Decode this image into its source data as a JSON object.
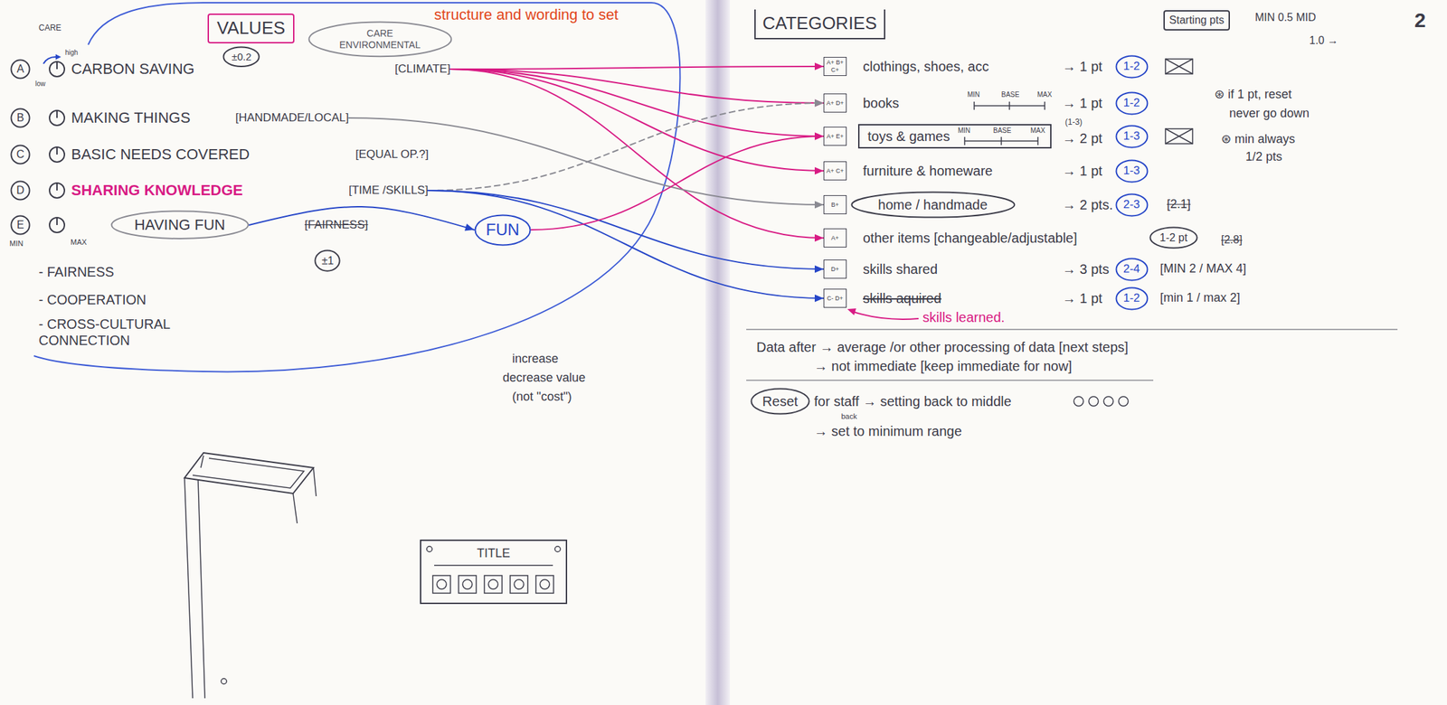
{
  "diagram": {
    "nodes": [
      {
        "text": [
          "VALUES"
        ]
      },
      {
        "text": [
          "CARE ENVIRONMENTAL"
        ]
      },
      {
        "text": [
          "A"
        ]
      },
      {
        "text": [
          "±0.2"
        ]
      },
      {
        "text": [
          "CARBON SAVING",
          "[CLIMATE]"
        ]
      },
      {
        "text": [
          "B"
        ]
      },
      {
        "text": [
          "MAKING THINGS",
          "[HANDMADE/LOCAL]"
        ]
      },
      {
        "text": [
          "C"
        ]
      },
      {
        "text": [
          "BASIC NEEDS COVERED",
          "[EQUAL OP.?]"
        ]
      },
      {
        "text": [
          "D"
        ]
      },
      {
        "text": [
          "SHARING KNOWLEDGE",
          "[TIME /SKILLS]"
        ]
      },
      {
        "text": [
          "E"
        ]
      },
      {
        "text": [
          "HAVING FUN"
        ]
      },
      {
        "text": [
          "±1"
        ]
      },
      {
        "text": [
          "FUN"
        ]
      },
      {
        "text": [
          "TITLE"
        ]
      },
      {
        "text": [
          "CATEGORIES"
        ]
      },
      {
        "text": [
          "Starting pts"
        ]
      },
      {
        "text": [
          "A+ B+ C+"
        ]
      },
      {
        "text": [
          "clothings, shoes, acc"
        ]
      },
      {
        "text": [
          "1-2"
        ]
      },
      {
        "text": [
          "A+ D+"
        ]
      },
      {
        "text": [
          "books"
        ]
      },
      {
        "text": [
          "1-2"
        ]
      },
      {
        "text": [
          "A+ E+"
        ]
      },
      {
        "text": [
          "toys & games"
        ]
      },
      {
        "text": [
          "1-3"
        ]
      },
      {
        "text": [
          "A+ C+"
        ]
      },
      {
        "text": [
          "furniture & homeware"
        ]
      },
      {
        "text": [
          "1-3"
        ]
      },
      {
        "text": [
          "B+"
        ]
      },
      {
        "text": [
          "home / handmade"
        ]
      },
      {
        "text": [
          "2-3"
        ]
      },
      {
        "text": [
          "A+"
        ]
      },
      {
        "text": [
          "other items [changeable/adjustable]"
        ]
      },
      {
        "text": [
          "1-2 pt"
        ]
      },
      {
        "text": [
          "D+"
        ]
      },
      {
        "text": [
          "skills shared"
        ]
      },
      {
        "text": [
          "2-4"
        ]
      },
      {
        "text": [
          "C- D+"
        ]
      },
      {
        "text": [
          "skills aquired"
        ]
      },
      {
        "text": [
          "1-2"
        ]
      },
      {
        "text": [
          "Reset"
        ]
      }
    ],
    "edges": [
      {
        "from": 4,
        "to": 18,
        "arrow": "to"
      },
      {
        "from": 4,
        "to": 21,
        "arrow": "to"
      },
      {
        "from": 4,
        "to": 24,
        "arrow": "to"
      },
      {
        "from": 4,
        "to": 27,
        "arrow": "to"
      },
      {
        "from": 4,
        "to": 33,
        "arrow": "to"
      },
      {
        "from": 6,
        "to": 30,
        "arrow": "to"
      },
      {
        "from": 10,
        "to": 21,
        "arrow": "to"
      },
      {
        "from": 10,
        "to": 36,
        "arrow": "to"
      },
      {
        "from": 10,
        "to": 39,
        "arrow": "to"
      },
      {
        "from": 12,
        "to": 14,
        "arrow": "to"
      },
      {
        "from": 14,
        "to": 24,
        "arrow": "to"
      }
    ],
    "labels": [
      "structure and wording to set",
      "CARE",
      "low",
      "high",
      "MIN",
      "MAX",
      "[FAIRNESS]",
      "- FAIRNESS",
      "- COOPERATION",
      "- CROSS-CULTURAL CONNECTION",
      "increase",
      "decrease value",
      "(not \"cost\")",
      "MIN 0.5 MID",
      "2",
      "1.0 →",
      "→ 1 pt",
      "MIN",
      "BASE",
      "MAX",
      "→ 1 pt",
      "⊛ if 1 pt, reset",
      "never go down",
      "MIN",
      "BASE",
      "MAX",
      "→ 2 pt",
      "(1-3)",
      "⊛ min always",
      "1/2 pts",
      "→ 1 pt",
      "→ 2 pts.",
      "[2.1]",
      "[2.8]",
      "→ 3 pts",
      "[MIN 2 / MAX 4]",
      "→ 1 pt",
      "[min 1 / max 2]",
      "skills learned.",
      "Data after → average /or other processing of data [next steps]",
      "→ not immediate [keep immediate for now]",
      "for staff → setting back to middle",
      "back",
      "→ set to minimum range"
    ]
  }
}
